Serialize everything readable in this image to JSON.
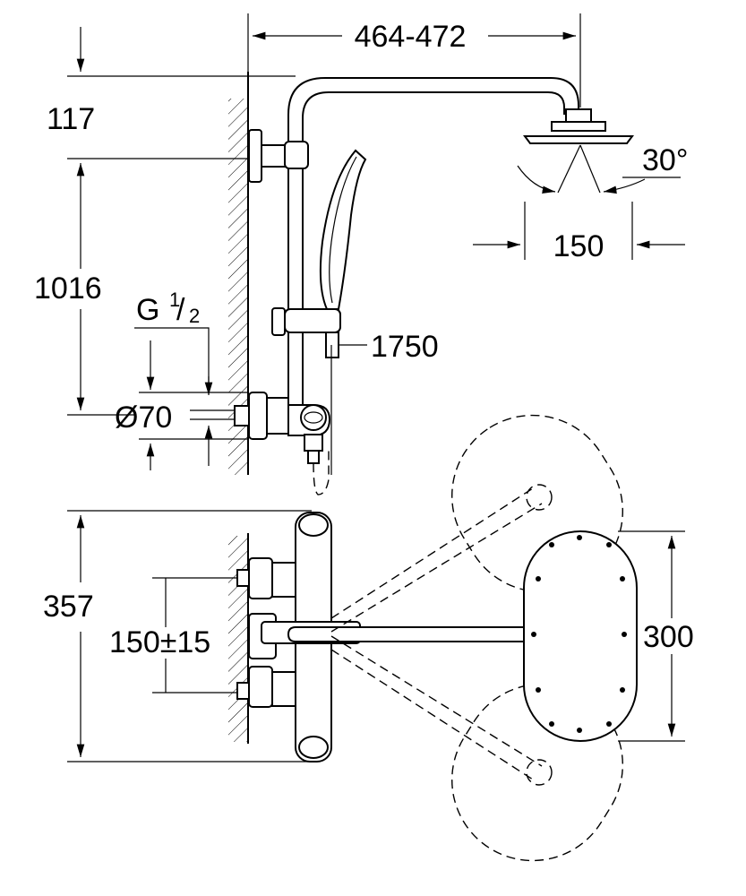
{
  "dimensions": {
    "arm_length": "464-472",
    "top_height": "117",
    "rail_height": "1016",
    "thread": "G",
    "thread_num": "1",
    "thread_den": "2",
    "flange_dia": "Ø70",
    "hose_length": "1750",
    "spray_angle": "30°",
    "head_dia": "150",
    "mixer_height": "357",
    "centers": "150±15",
    "plate_height": "300"
  }
}
